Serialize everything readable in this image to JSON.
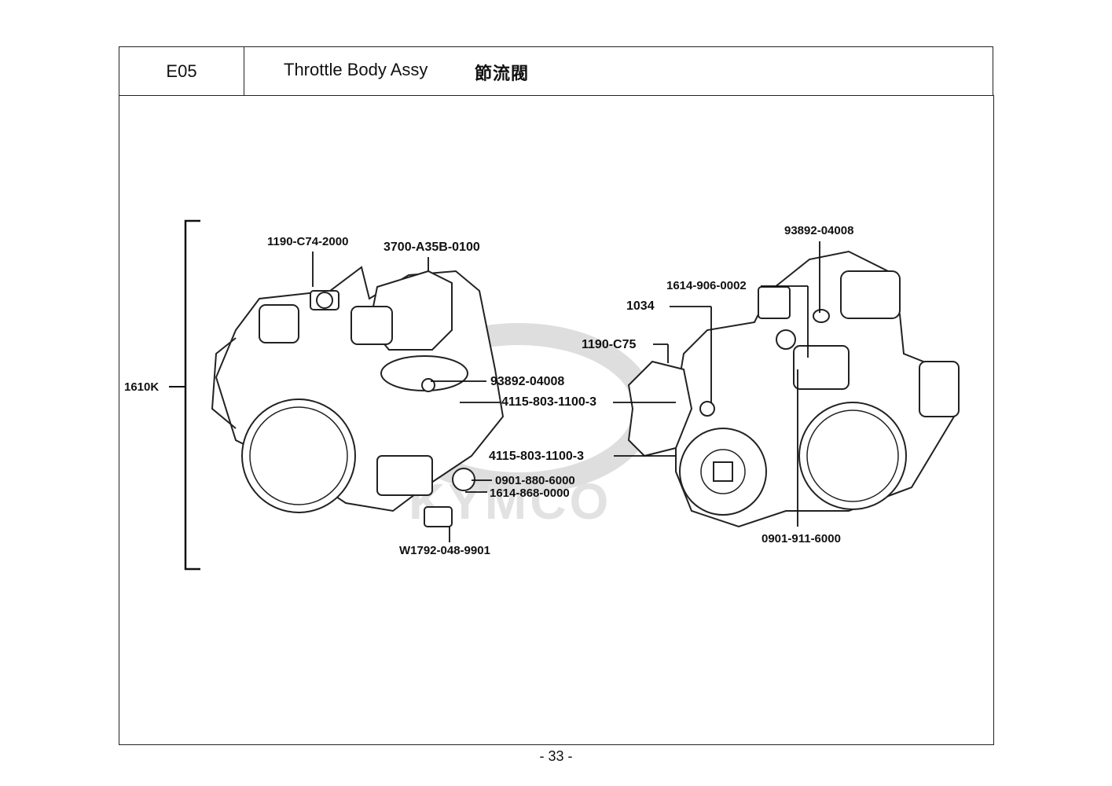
{
  "header": {
    "section_code": "E05",
    "title": "Throttle Body Assy",
    "title_zh": "節流閥"
  },
  "watermark": {
    "text": "KYMCO"
  },
  "diagram": {
    "labels": {
      "assy": "1610K",
      "l_sensor_bolt": "1190-C74-2000",
      "l_sensor": "3700-A35B-0100",
      "l_screw": "93892-04008",
      "l_bracket_screw_1": "4115-803-1100-3",
      "l_bracket_screw_2": "4115-803-1100-3",
      "l_oring": "0901-880-6000",
      "l_washer": "1614-868-0000",
      "l_connector": "W1792-048-9901",
      "r_screw": "93892-04008",
      "r_seal": "1614-906-0002",
      "r_nut": "1034",
      "r_bracket": "1190-C75",
      "r_oring": "0901-911-6000"
    }
  },
  "footer": {
    "page": "- 33 -"
  }
}
